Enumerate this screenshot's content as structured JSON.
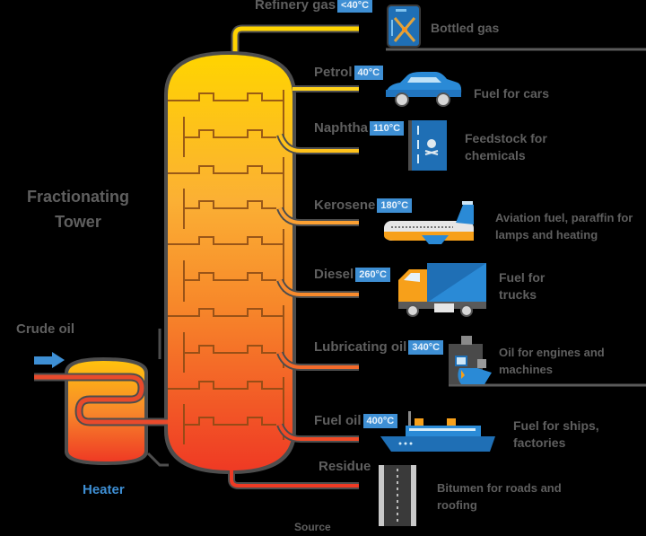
{
  "title": "Fractionating Tower",
  "input": {
    "label": "Crude oil"
  },
  "heater": {
    "label": "Heater"
  },
  "footer": {
    "label": "Source"
  },
  "colors": {
    "top": "#ffd400",
    "mid": "#f7931e",
    "bottom": "#ef3a24",
    "badge": "#3e8fd4",
    "text": "#5f5f5f",
    "outline": "#4d4d4d"
  },
  "fractions": [
    {
      "name": "Refinery gas",
      "temp": "<40°C",
      "use": "Bottled gas",
      "icon": "gas-can-icon"
    },
    {
      "name": "Petrol",
      "temp": "40°C",
      "use": "Fuel for cars",
      "icon": "car-icon"
    },
    {
      "name": "Naphtha",
      "temp": "110°C",
      "use": "Feedstock for chemicals",
      "icon": "chemical-icon"
    },
    {
      "name": "Kerosene",
      "temp": "180°C",
      "use": "Aviation fuel, paraffin for lamps and heating",
      "icon": "airplane-icon"
    },
    {
      "name": "Diesel",
      "temp": "260°C",
      "use": "Fuel for trucks",
      "icon": "truck-icon"
    },
    {
      "name": "Lubricating oil",
      "temp": "340°C",
      "use": "Oil for engines and machines",
      "icon": "machine-icon"
    },
    {
      "name": "Fuel oil",
      "temp": "400°C",
      "use": "Fuel for ships, factories",
      "icon": "ship-icon"
    },
    {
      "name": "Residue",
      "temp": "",
      "use": "Bitumen for roads and roofing",
      "icon": "road-icon"
    }
  ]
}
